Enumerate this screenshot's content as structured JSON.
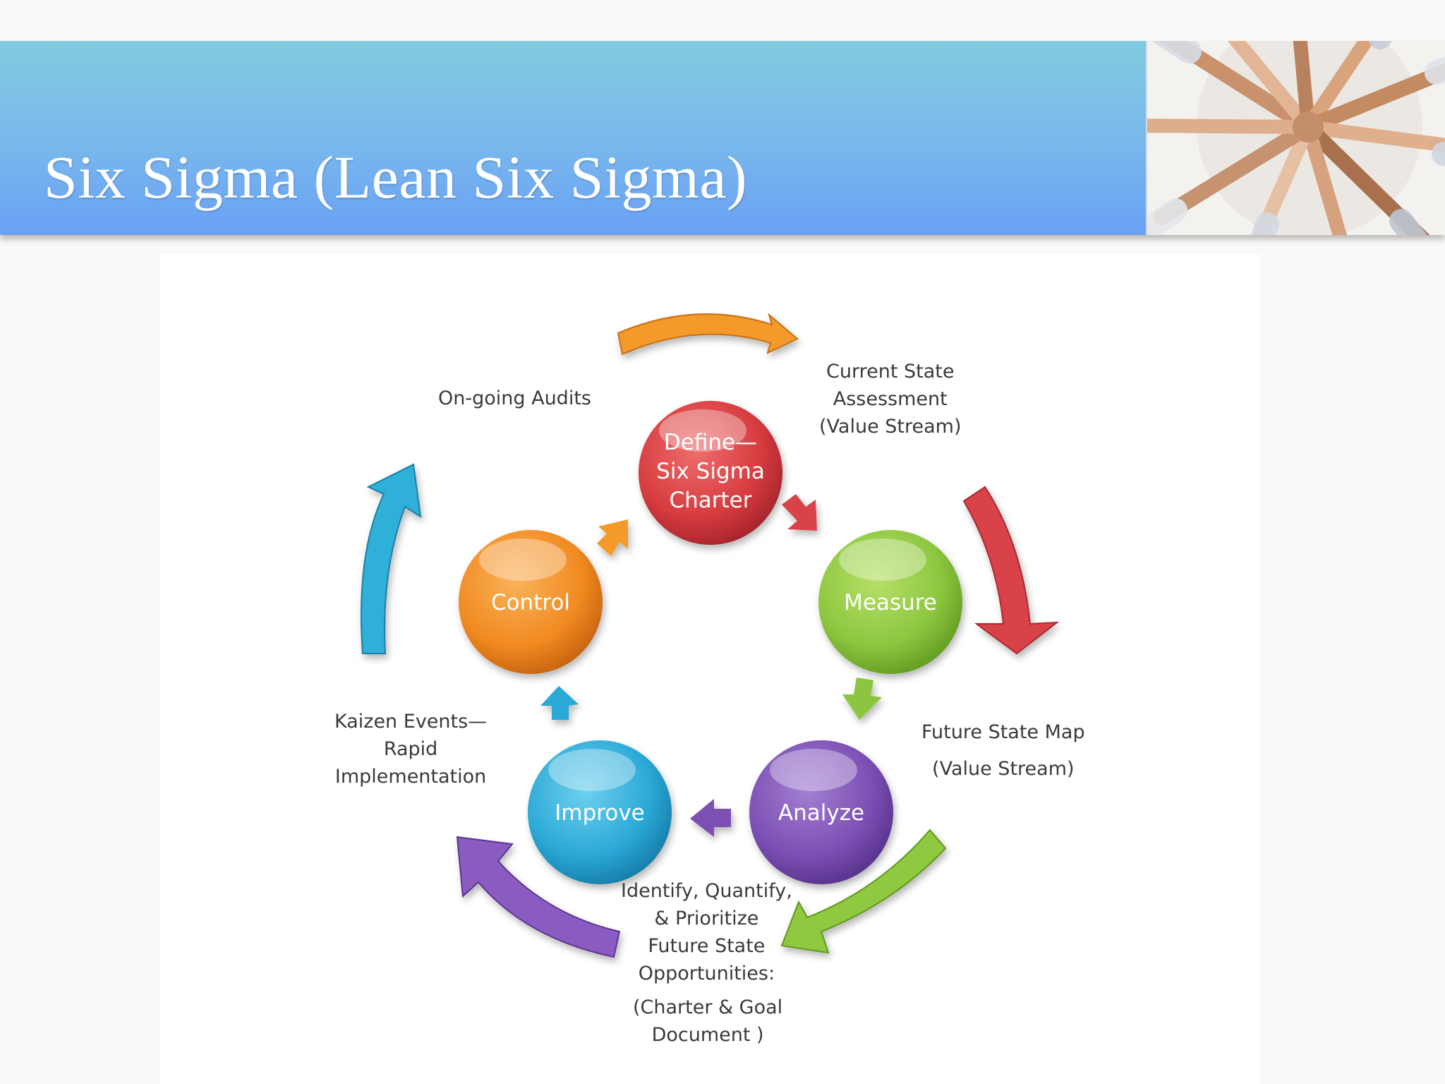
{
  "slide": {
    "title": "Six Sigma (Lean Six Sigma)",
    "header_image": "hands-together-photo"
  },
  "diagram": {
    "colors": {
      "define": "#d63b3f",
      "measure": "#8cc63f",
      "analyze": "#7b4fb3",
      "improve": "#2aa8d6",
      "control": "#f18a21"
    },
    "phases": {
      "define": [
        "Define—",
        "Six Sigma",
        "Charter"
      ],
      "measure": "Measure",
      "analyze": "Analyze",
      "improve": "Improve",
      "control": "Control"
    },
    "notes": {
      "ongoing_audits": [
        "On-going Audits"
      ],
      "current_state": [
        "Current State",
        "Assessment",
        "(Value Stream)"
      ],
      "future_state": [
        "Future State Map",
        "(Value Stream)"
      ],
      "kaizen": [
        "Kaizen Events—",
        "Rapid",
        "Implementation"
      ],
      "identify": [
        "Identify, Quantify,",
        "& Prioritize",
        "Future State",
        "Opportunities:"
      ],
      "charter_goal": [
        "(Charter & Goal",
        "Document )"
      ]
    }
  }
}
